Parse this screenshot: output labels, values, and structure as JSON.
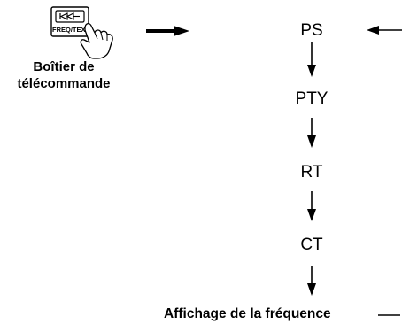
{
  "remote": {
    "button_label": "FREQ/TEXT",
    "caption_line1": "Boîtier de",
    "caption_line2": "télécommande"
  },
  "sequence": [
    {
      "label": "PS"
    },
    {
      "label": "PTY"
    },
    {
      "label": "RT"
    },
    {
      "label": "CT"
    }
  ],
  "footer_label": "Affichage de la fréquence",
  "colors": {
    "ink": "#000000",
    "background": "#ffffff"
  },
  "icons": {
    "remote_button": "skip-back-icon",
    "hand": "pointing-hand-icon"
  }
}
